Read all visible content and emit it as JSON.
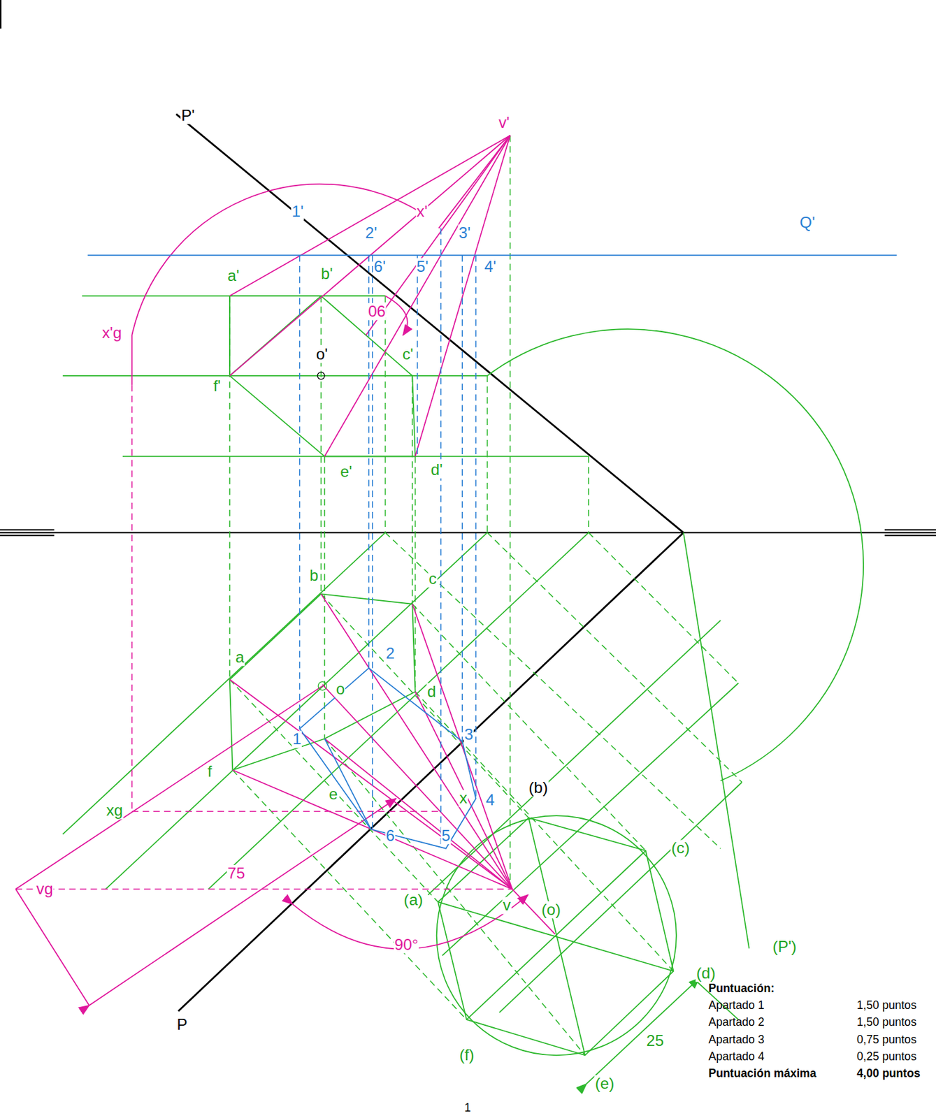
{
  "diagram": {
    "labels": [
      "P'",
      "v'",
      "1'",
      "x'",
      "2'",
      "3'",
      "Q'",
      "6'",
      "5'",
      "4'",
      "a'",
      "b'",
      "06",
      "x'g",
      "o'",
      "c'",
      "f'",
      "e'",
      "d'",
      "b",
      "c",
      "2",
      "a",
      "o",
      "d",
      "1",
      "3",
      "f",
      "(b)",
      "e",
      "x",
      "4",
      "xg",
      "6",
      "5",
      "(c)",
      "vg",
      "75",
      "(a)",
      "v",
      "(o)",
      "90°",
      "(P')",
      "(d)",
      "P",
      "25",
      "(f)",
      "(e)",
      "Puntuación:",
      "Apartado 1",
      "1,50 puntos",
      "Apartado 2",
      "1,50 puntos",
      "Apartado 3",
      "0,75 puntos",
      "Apartado 4",
      "0,25 puntos",
      "Puntuación máxima",
      "4,00 puntos",
      "1"
    ]
  }
}
